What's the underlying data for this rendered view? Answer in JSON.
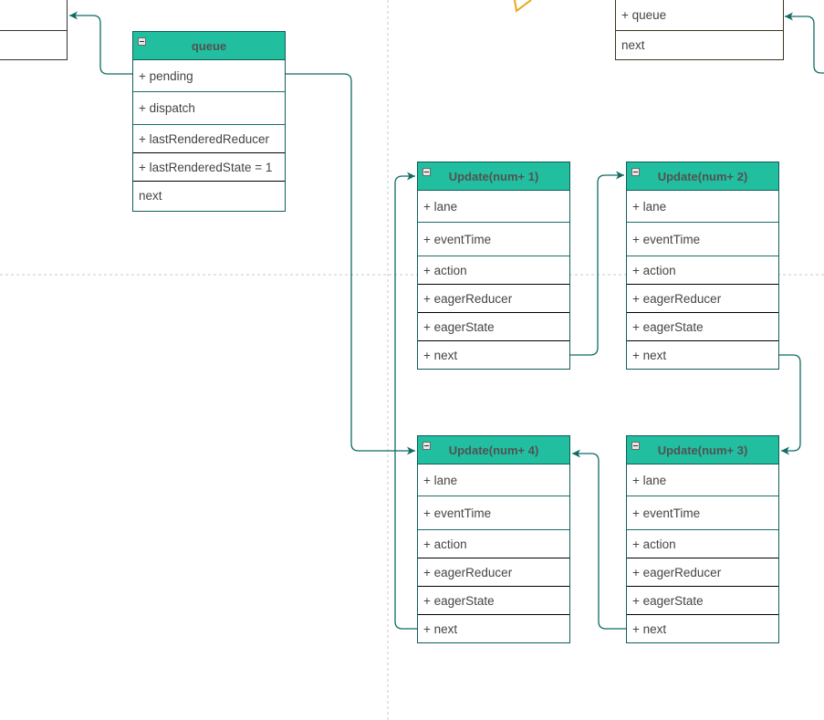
{
  "diagram": {
    "queue_class": {
      "title": "queue",
      "fields": [
        "+ pending",
        "+ dispatch",
        "+ lastRenderedReducer",
        "+ lastRenderedState = 1",
        "next"
      ]
    },
    "top_right_fragment": {
      "fields": [
        "+ queue",
        "next"
      ]
    },
    "update_fields": [
      "+ lane",
      "+ eventTime",
      "+ action",
      "+ eagerReducer",
      "+ eagerState",
      "+ next"
    ],
    "updates": [
      {
        "title": "Update(num+ 1)"
      },
      {
        "title": "Update(num+ 2)"
      },
      {
        "title": "Update(num+ 3)"
      },
      {
        "title": "Update(num+ 4)"
      }
    ]
  },
  "colors": {
    "header_fill": "#21bfa0",
    "border": "#0f5e5a",
    "connector": "#0f6b63",
    "guide": "#c8c8c8",
    "accent_fragment": "#e6a817"
  },
  "icons": [
    "collapse-icon",
    "arrow-icon"
  ]
}
